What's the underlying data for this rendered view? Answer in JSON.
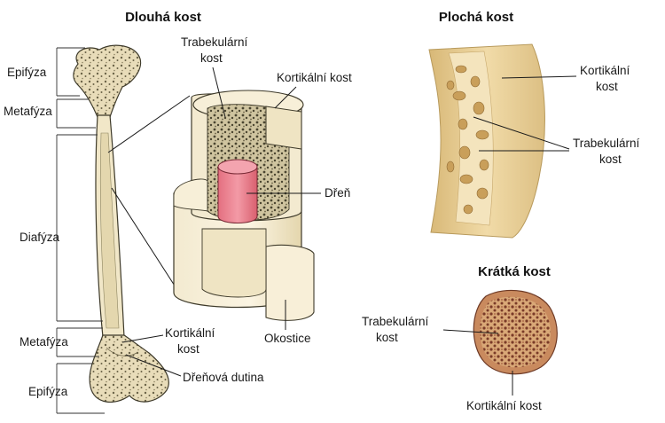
{
  "long_bone": {
    "title": "Dlouhá kost",
    "regions": {
      "epiphysis_top": "Epifýza",
      "metaphysis_top": "Metafýza",
      "diaphysis": "Diafýza",
      "metaphysis_bottom": "Metafýza",
      "epiphysis_bottom": "Epifýza"
    },
    "trabecular_line1": "Trabekulární",
    "trabecular_line2": "kost",
    "cortical": "Kortikální kost",
    "marrow": "Dřeň",
    "periosteum": "Okostice",
    "cortical_low_line1": "Kortikální",
    "cortical_low_line2": "kost",
    "marrow_cavity": "Dřeňová dutina"
  },
  "flat_bone": {
    "title": "Plochá kost",
    "cortical_line1": "Kortikální",
    "cortical_line2": "kost",
    "trabecular_line1": "Trabekulární",
    "trabecular_line2": "kost"
  },
  "short_bone": {
    "title": "Krátká kost",
    "trabecular_line1": "Trabekulární",
    "trabecular_line2": "kost",
    "cortical": "Kortikální kost"
  },
  "colors": {
    "bone": "#efe6c9",
    "bone_shade": "#d9c999",
    "marrow": "#e07a86",
    "flat_bone": "#e6cc93",
    "short_bone_dots": "#8a4a36"
  }
}
